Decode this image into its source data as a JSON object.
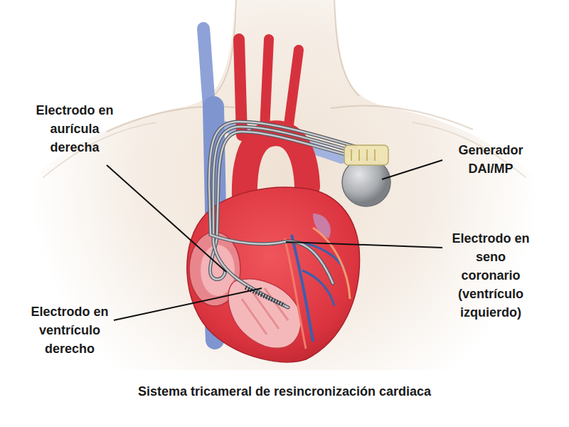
{
  "diagram": {
    "caption": "Sistema tricameral de resincronización cardiaca",
    "labels": [
      "Electrodo en aurícula derecha",
      "Generador DAI/MP",
      "Electrodo en seno coronario (ventrículo izquierdo)",
      "Electrodo en ventrículo derecho"
    ]
  }
}
